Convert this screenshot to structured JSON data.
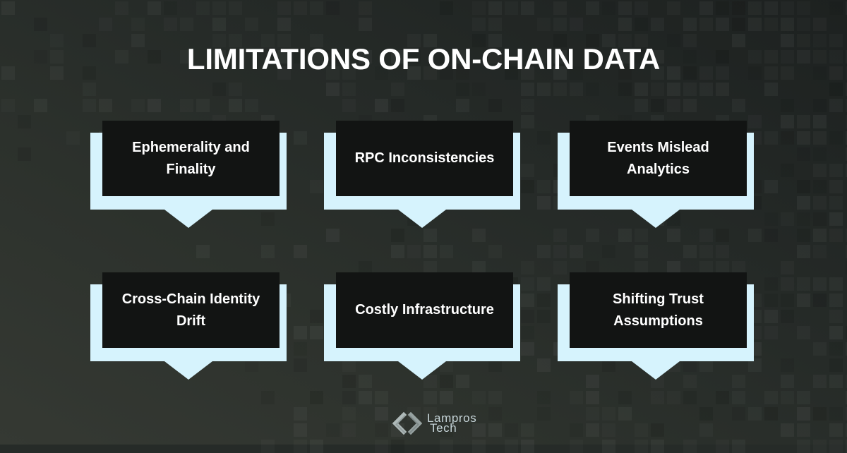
{
  "title": "LIMITATIONS OF ON-CHAIN DATA",
  "cards": [
    {
      "label": "Ephemerality and Finality"
    },
    {
      "label": "RPC Inconsistencies"
    },
    {
      "label": "Events Mislead Analytics"
    },
    {
      "label": "Cross-Chain Identity Drift"
    },
    {
      "label": "Costly Infrastructure"
    },
    {
      "label": "Shifting Trust Assumptions"
    }
  ],
  "footer": {
    "brand_line1": "Lampros",
    "brand_line2": "Tech",
    "icon": "code-brackets-icon"
  },
  "colors": {
    "title_text": "#ffffff",
    "bubble": "#d6f3fd",
    "panel": "#121413",
    "logo_text": "#c6d4d8",
    "background_light": "#353933",
    "background_dark": "#1d2120"
  }
}
